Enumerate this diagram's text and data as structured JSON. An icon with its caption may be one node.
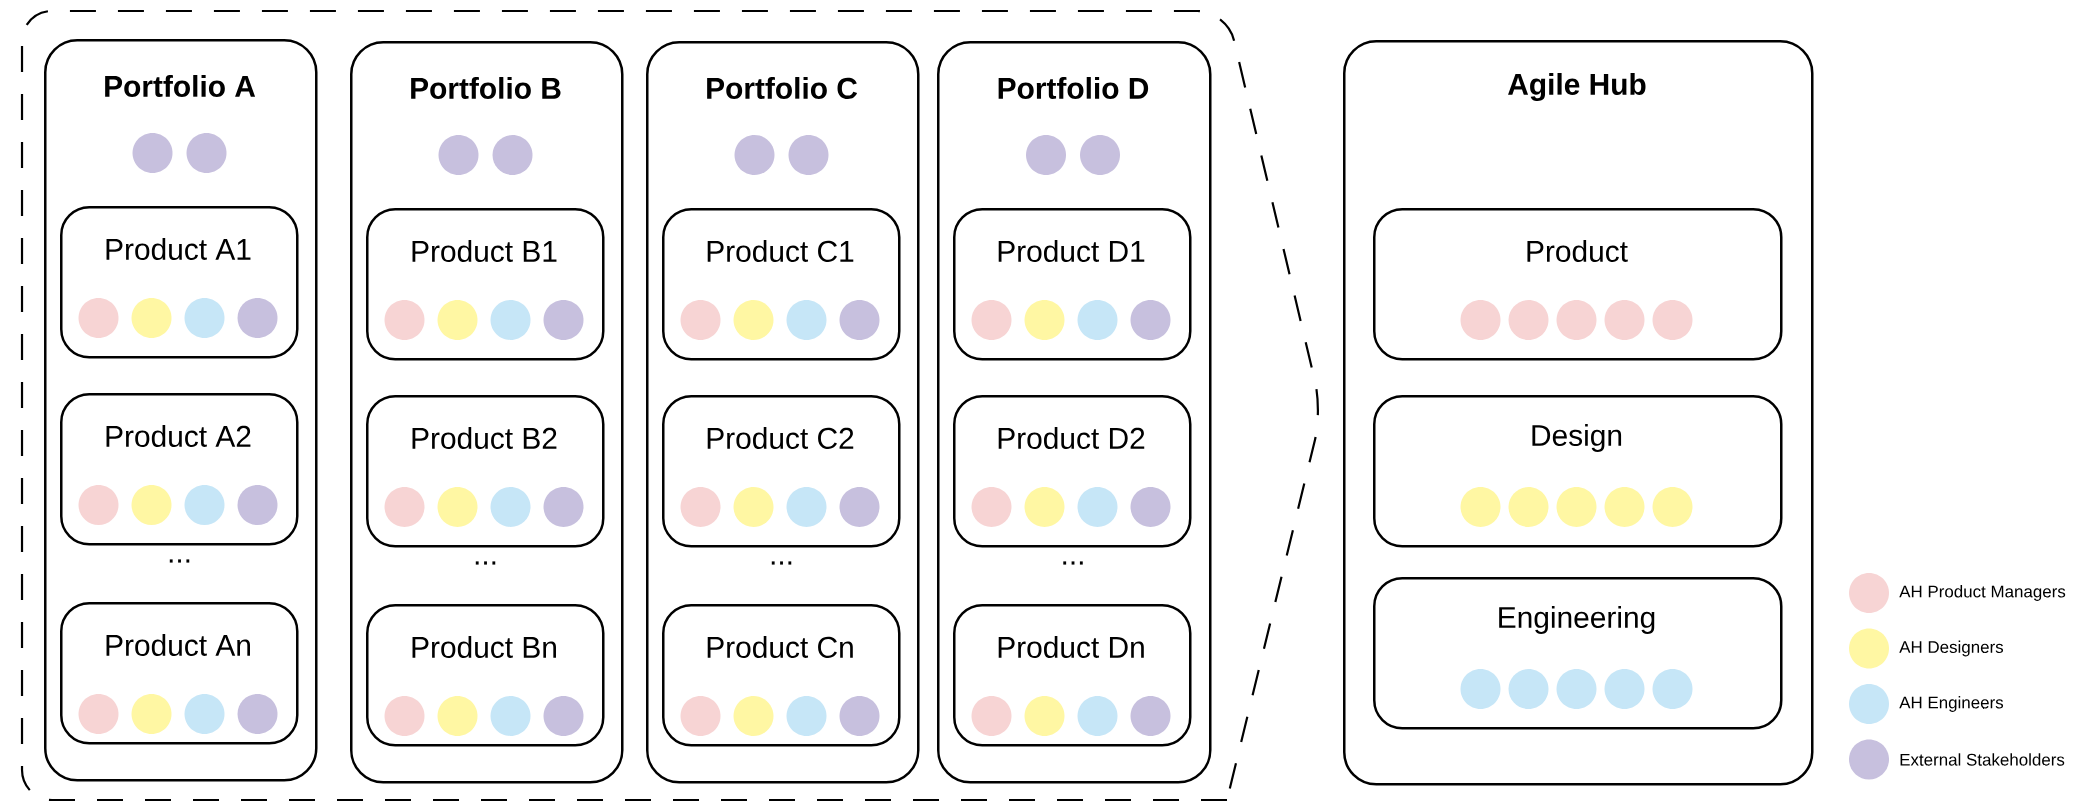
{
  "diagram": {
    "nodes": [
      {
        "text": [],
        "shape": "box"
      },
      {
        "text": [
          "Portfolio A"
        ],
        "in": 0
      },
      {
        "text": [
          "Product A1"
        ],
        "in": 1
      },
      {
        "text": [
          "Product A2"
        ],
        "in": 1
      },
      {
        "text": [
          "Product An"
        ],
        "in": 1
      },
      {
        "text": [
          "Portfolio B"
        ],
        "in": 0
      },
      {
        "text": [
          "Product B1"
        ],
        "in": 5
      },
      {
        "text": [
          "Product B2"
        ],
        "in": 5
      },
      {
        "text": [
          "Product Bn"
        ],
        "in": 5
      },
      {
        "text": [
          "Portfolio C"
        ],
        "in": 0
      },
      {
        "text": [
          "Product C1"
        ],
        "in": 9
      },
      {
        "text": [
          "Product C2"
        ],
        "in": 9
      },
      {
        "text": [
          "Product Cn"
        ],
        "in": 9
      },
      {
        "text": [
          "Portfolio D"
        ],
        "in": 0
      },
      {
        "text": [
          "Product D1"
        ],
        "in": 13
      },
      {
        "text": [
          "Product D2"
        ],
        "in": 13
      },
      {
        "text": [
          "Product Dn"
        ],
        "in": 13
      },
      {
        "text": [
          "Agile Hub"
        ]
      },
      {
        "text": [
          "Product"
        ],
        "in": 17
      },
      {
        "text": [
          "Design"
        ],
        "in": 17
      },
      {
        "text": [
          "Engineering"
        ],
        "in": 17
      }
    ],
    "labels": [
      "...",
      "...",
      "...",
      "..."
    ],
    "legend": [
      {
        "text": "AH Product Managers",
        "color": "#f7d4d4"
      },
      {
        "text": "AH Designers",
        "color": "#fff7a3"
      },
      {
        "text": "AH Engineers",
        "color": "#c6e6f7"
      },
      {
        "text": "External Stakeholders",
        "color": "#c7c0de"
      }
    ]
  }
}
